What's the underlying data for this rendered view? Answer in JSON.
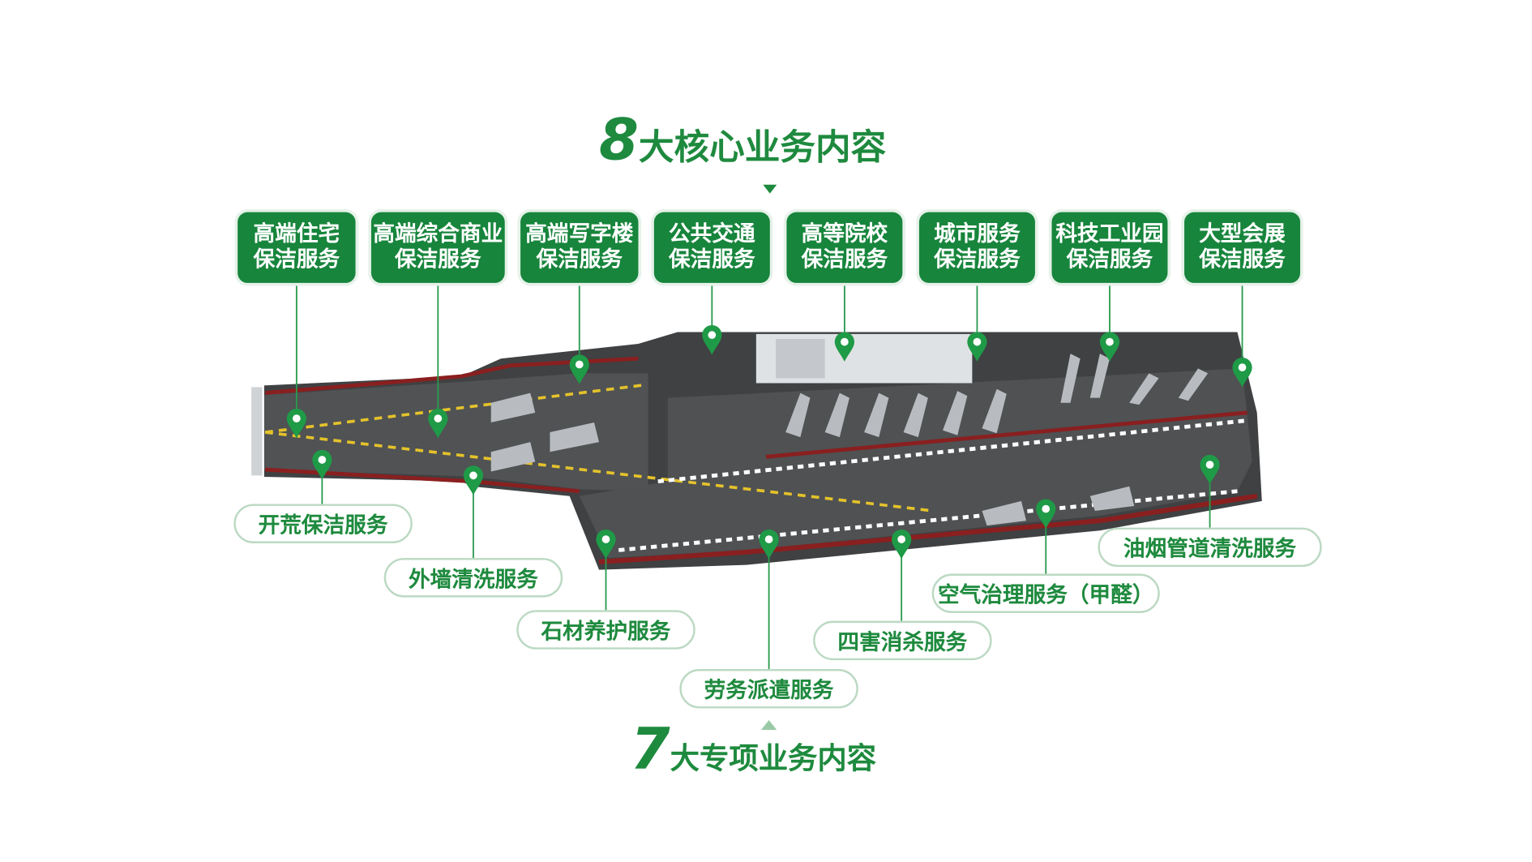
{
  "top_title": {
    "number": "8",
    "text": "大核心业务内容"
  },
  "bottom_title": {
    "number": "7",
    "text": "大专项业务内容"
  },
  "core_services": [
    {
      "line1": "高端住宅",
      "line2": "保洁服务"
    },
    {
      "line1": "高端综合商业",
      "line2": "保洁服务"
    },
    {
      "line1": "高端写字楼",
      "line2": "保洁服务"
    },
    {
      "line1": "公共交通",
      "line2": "保洁服务"
    },
    {
      "line1": "高等院校",
      "line2": "保洁服务"
    },
    {
      "line1": "城市服务",
      "line2": "保洁服务"
    },
    {
      "line1": "科技工业园",
      "line2": "保洁服务"
    },
    {
      "line1": "大型会展",
      "line2": "保洁服务"
    }
  ],
  "special_services": [
    "开荒保洁服务",
    "外墙清洗服务",
    "石材养护服务",
    "劳务派遣服务",
    "四害消杀服务",
    "空气治理服务（甲醛）",
    "油烟管道清洗服务"
  ],
  "colors": {
    "green": "#17853c",
    "deck": "#4a4c4e",
    "hull_red": "#7a1c1c"
  }
}
